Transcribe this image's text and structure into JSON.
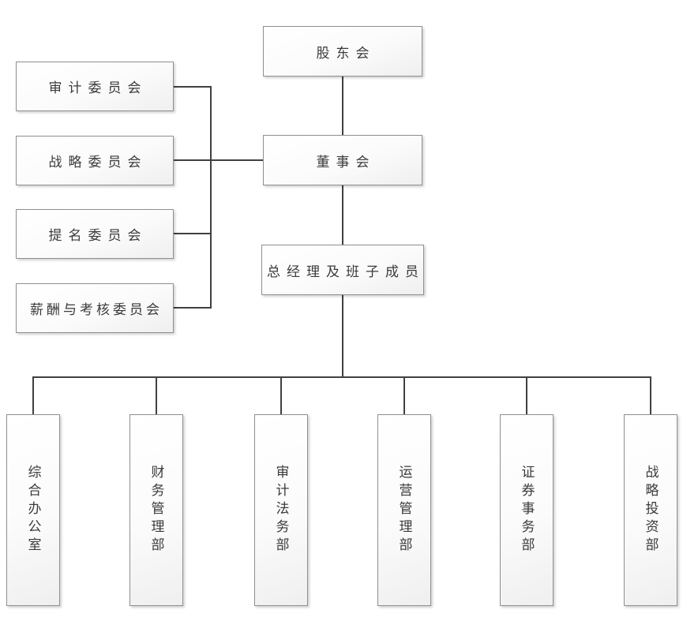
{
  "org_chart": {
    "type": "org-hierarchy-diagram",
    "root": {
      "label": "股东会"
    },
    "board": {
      "label": "董事会"
    },
    "general_manager": {
      "label": "总经理及班子成员"
    },
    "committees": [
      {
        "label": "审计委员会"
      },
      {
        "label": "战略委员会"
      },
      {
        "label": "提名委员会"
      },
      {
        "label": "薪酬与考核委员会"
      }
    ],
    "departments": [
      {
        "label": "综合办公室"
      },
      {
        "label": "财务管理部"
      },
      {
        "label": "审计法务部"
      },
      {
        "label": "运营管理部"
      },
      {
        "label": "证券事务部"
      },
      {
        "label": "战略投资部"
      }
    ],
    "colors": {
      "background": "#ffffff",
      "box_border": "#8f8f8f",
      "box_fill_top": "#ffffff",
      "box_fill_bottom": "#efefef",
      "connector": "#404040",
      "text": "#3a3a3a"
    }
  }
}
